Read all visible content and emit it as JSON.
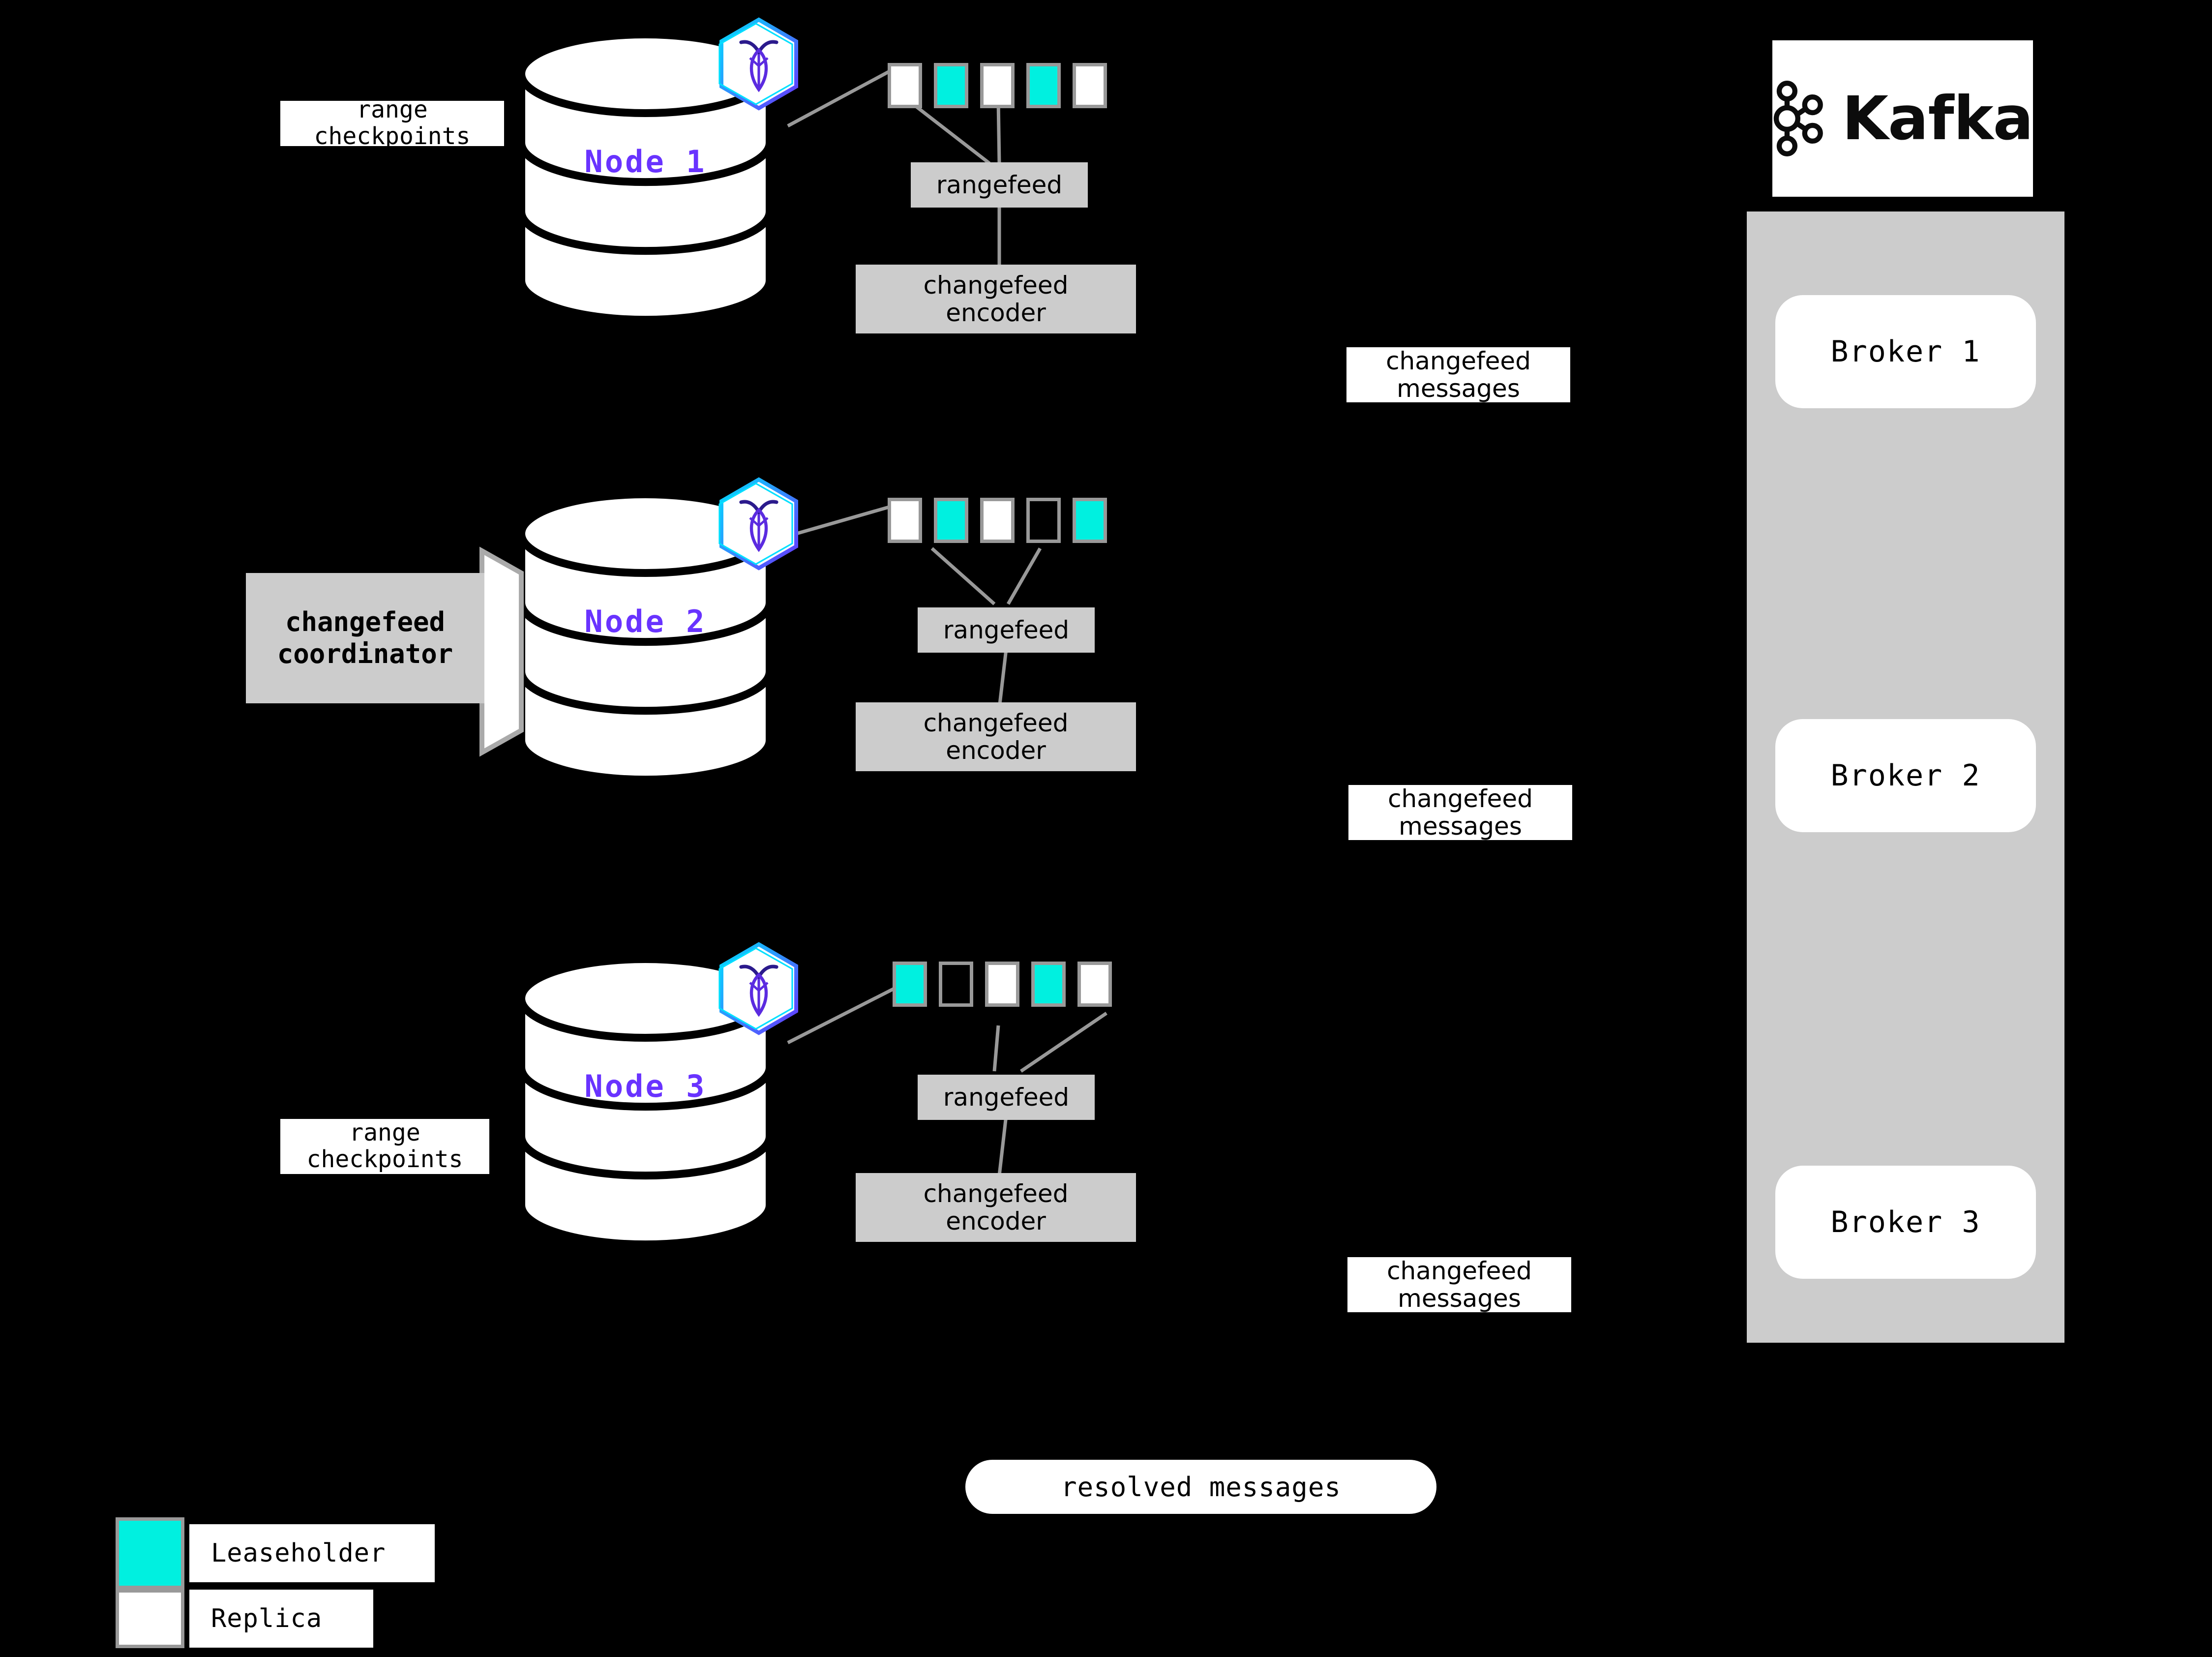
{
  "diagram": {
    "title": "CockroachDB changefeed to Kafka architecture",
    "background_color": "#000000",
    "accent_purple": "#6933FF",
    "leaseholder_color": "#00F0E0",
    "replica_color": "#FFFFFF",
    "box_fill": "#CCCCCC",
    "range_border_color": "#999999",
    "wire_color": "#999999"
  },
  "nodes": [
    {
      "label": "Node 1",
      "logo_name": "cockroachdb-logo",
      "ranges": [
        {
          "kind": "replica"
        },
        {
          "kind": "leaseholder"
        },
        {
          "kind": "replica"
        },
        {
          "kind": "leaseholder"
        },
        {
          "kind": "replica"
        }
      ],
      "rangefeed_label": "rangefeed",
      "encoder_label": "changefeed\nencoder",
      "checkpoints_label": "range\ncheckpoints",
      "has_checkpoints": true,
      "has_coordinator": false
    },
    {
      "label": "Node 2",
      "logo_name": "cockroachdb-logo",
      "ranges": [
        {
          "kind": "replica"
        },
        {
          "kind": "leaseholder"
        },
        {
          "kind": "replica"
        },
        {
          "kind": "empty"
        },
        {
          "kind": "leaseholder"
        }
      ],
      "rangefeed_label": "rangefeed",
      "encoder_label": "changefeed\nencoder",
      "checkpoints_label": "",
      "has_checkpoints": false,
      "has_coordinator": true,
      "coordinator_label": "changefeed\ncoordinator"
    },
    {
      "label": "Node 3",
      "logo_name": "cockroachdb-logo",
      "ranges": [
        {
          "kind": "leaseholder"
        },
        {
          "kind": "empty"
        },
        {
          "kind": "replica"
        },
        {
          "kind": "leaseholder"
        },
        {
          "kind": "replica"
        }
      ],
      "rangefeed_label": "rangefeed",
      "encoder_label": "changefeed\nencoder",
      "checkpoints_label": "range\ncheckpoints",
      "has_checkpoints": true,
      "has_coordinator": false
    }
  ],
  "message_labels": [
    {
      "text": "changefeed\nmessages"
    },
    {
      "text": "changefeed\nmessages"
    },
    {
      "text": "changefeed\nmessages"
    }
  ],
  "kafka": {
    "logo_word": "Kafka",
    "logo_name": "kafka-logo",
    "brokers": [
      {
        "label": "Broker 1"
      },
      {
        "label": "Broker 2"
      },
      {
        "label": "Broker 3"
      }
    ]
  },
  "resolved": {
    "label": "resolved messages"
  },
  "legend": {
    "items": [
      {
        "kind": "leaseholder",
        "label": "Leaseholder"
      },
      {
        "kind": "replica",
        "label": "Replica"
      }
    ]
  }
}
